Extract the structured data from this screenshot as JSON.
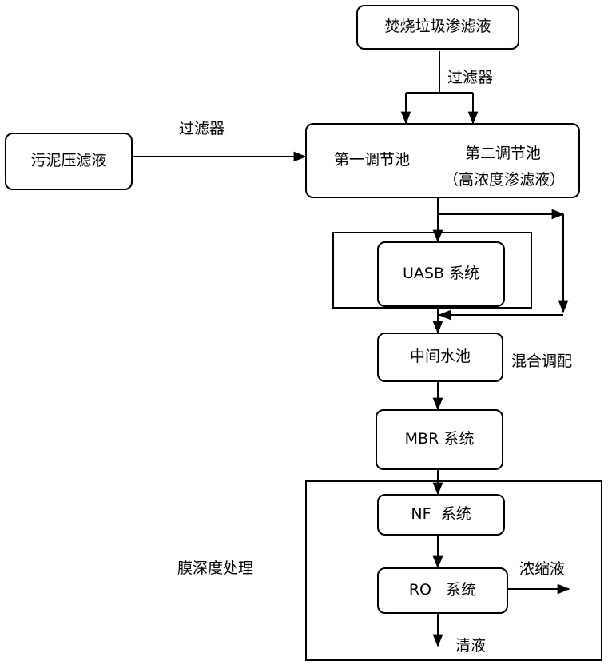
{
  "nodes": {
    "incineration_leachate": "焚烧垃圾渗滤液",
    "sludge_filtrate": "污泥压滤液",
    "tank1": "第一调节池",
    "tank2_line1": "第二调节池",
    "tank2_line2": "（高浓度渗滤液）",
    "uasb": "UASB 系统",
    "middle_tank": "中间水池",
    "mbr": "MBR 系统",
    "nf": "NF  系统",
    "ro": "RO   系统"
  },
  "labels": {
    "filter_top": "过滤器",
    "filter_left": "过滤器",
    "mix": "混合调配",
    "membrane": "膜深度处理",
    "concentrate": "浓缩液",
    "clear": "清液"
  }
}
